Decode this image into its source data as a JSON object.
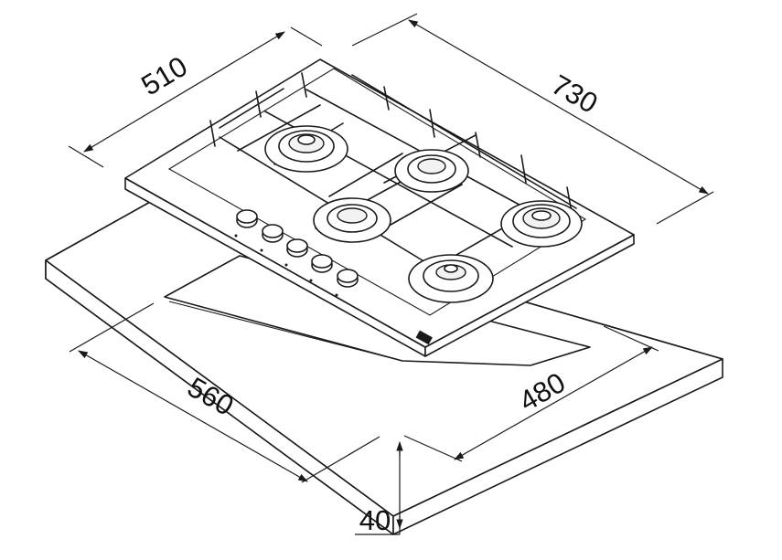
{
  "dimensions": {
    "hob_depth": "510",
    "hob_width": "730",
    "cutout_width": "560",
    "cutout_depth": "480",
    "worktop_thickness": "40"
  },
  "colors": {
    "line": "#1a1a1a",
    "background": "#ffffff"
  },
  "components": {
    "burner_count": 5,
    "knob_count": 5
  }
}
